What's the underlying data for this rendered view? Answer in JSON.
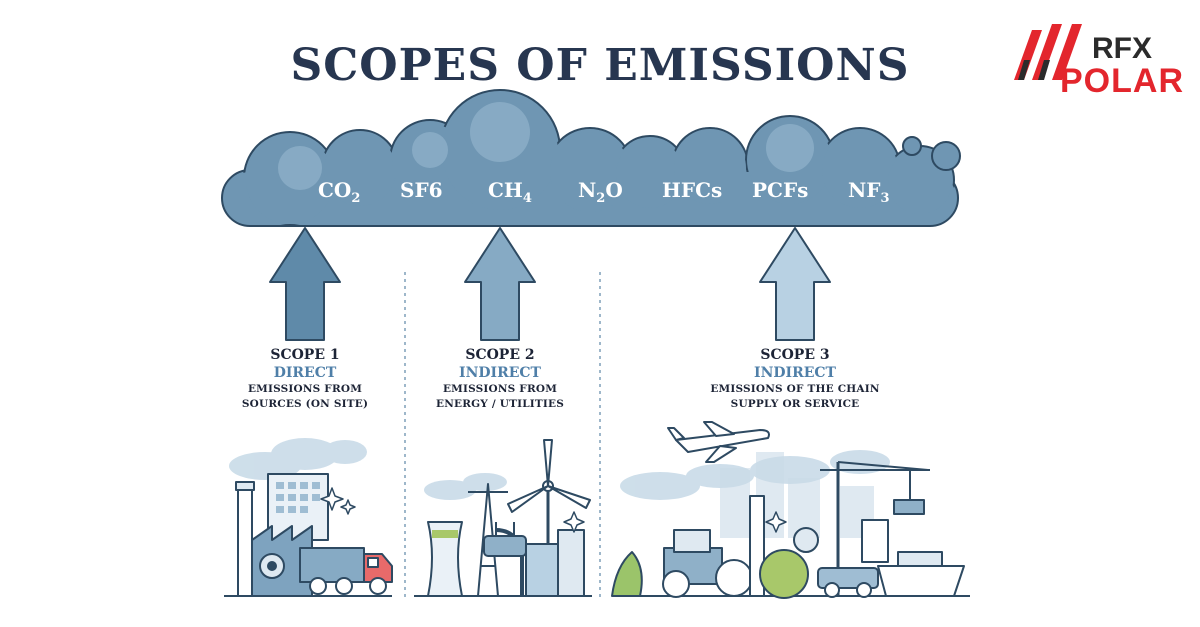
{
  "title": "SCOPES OF EMISSIONS",
  "logo": {
    "line1": "RFX",
    "line2": "POLAR"
  },
  "gases": [
    {
      "base": "CO",
      "sub": "2"
    },
    {
      "base": "SF",
      "sub": "6"
    },
    {
      "base": "CH",
      "sub": "4"
    },
    {
      "base": "N",
      "sub": "2",
      "tail": "O"
    },
    {
      "base": "HFCs",
      "sub": ""
    },
    {
      "base": "PCFs",
      "sub": ""
    },
    {
      "base": "NF",
      "sub": "3"
    }
  ],
  "scopes": [
    {
      "title": "SCOPE 1",
      "kind": "DIRECT",
      "line1": "EMISSIONS FROM",
      "line2": "SOURCES (ON SITE)"
    },
    {
      "title": "SCOPE 2",
      "kind": "INDIRECT",
      "line1": "EMISSIONS FROM",
      "line2": "ENERGY / UTILITIES"
    },
    {
      "title": "SCOPE 3",
      "kind": "INDIRECT",
      "line1": "EMISSIONS OF THE CHAIN",
      "line2": "SUPPLY OR SERVICE"
    }
  ],
  "colors": {
    "title": "#273650",
    "cloud": "#6f96b3",
    "arrow1": "#5f8aa9",
    "arrow2": "#86aac4",
    "arrow3": "#b8d1e3",
    "logo_red": "#e3262d",
    "keyword": "#4f7fa8"
  }
}
